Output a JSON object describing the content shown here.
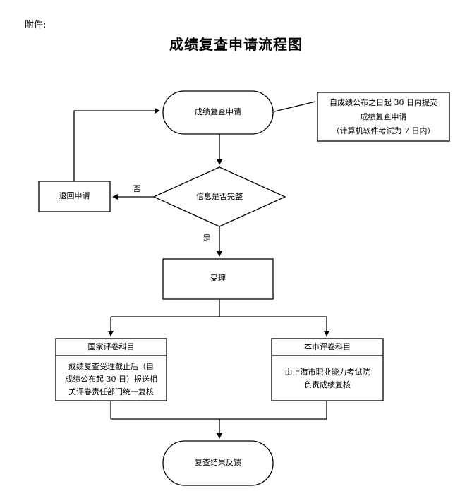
{
  "header": {
    "attachment_label": "附件:"
  },
  "title": "成绩复查申请流程图",
  "nodes": {
    "apply": "成绩复查申请",
    "note": [
      "自成绩公布之日起 30 日内提交",
      "成绩复查申请",
      "（计算机软件考试为 7 日内）"
    ],
    "check": "信息是否完整",
    "return": "退回申请",
    "accept": "受理",
    "national_title": "国家评卷科目",
    "national_body": [
      "成绩复查受理截止后（自",
      "成绩公布起 30 日）报送相",
      "关评卷责任部门统一复核"
    ],
    "city_title": "本市评卷科目",
    "city_body": [
      "由上海市职业能力考试院",
      "负责成绩复核"
    ],
    "feedback": "复查结果反馈"
  },
  "edges": {
    "no_label": "否",
    "yes_label": "是"
  }
}
